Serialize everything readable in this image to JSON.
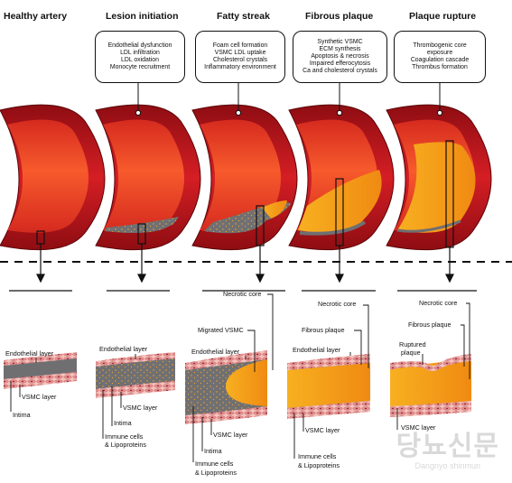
{
  "stages": [
    {
      "title": "Healthy  artery",
      "callout": []
    },
    {
      "title": "Lesion initiation",
      "callout": [
        "Endothelial dysfunction",
        "LDL infiltration",
        "LDL oxidation",
        "Monocyte recruitment"
      ]
    },
    {
      "title": "Fatty streak",
      "callout": [
        "Foam cell formation",
        "VSMC LDL uptake",
        "Cholesterol crystals",
        "Inflammatory environment"
      ]
    },
    {
      "title": "Fibrous plaque",
      "callout": [
        "Synthetic VSMC",
        "ECM synthesis",
        "Apoptosis & necrosis",
        "Impaired efferocytosis",
        "Ca and cholesterol crystals"
      ]
    },
    {
      "title": "Plaque rupture",
      "callout": [
        "Thrombogenic core",
        "exposure",
        "Coagulation cascade",
        "Thrombus formation"
      ]
    }
  ],
  "labels": {
    "healthy": {
      "endothelial": "Endothelial layer",
      "vsmc": "VSMC layer",
      "intima": "Intima"
    },
    "lesion": {
      "endothelial": "Endothelial layer",
      "vsmc": "VSMC layer",
      "intima": "Intima",
      "immune": "Immune cells",
      "lipo": "& Lipoproteins"
    },
    "fatty": {
      "necrotic": "Necrotic core",
      "migrated": "Migrated VSMC",
      "endothelial": "Endothelial layer",
      "vsmc": "VSMC layer",
      "intima": "Intima",
      "immune": "Immune cells",
      "lipo": "& Lipoproteins"
    },
    "fibrous": {
      "necrotic": "Necrotic core",
      "fibrous": "Fibrous plaque",
      "endothelial": "Endothelial layer",
      "vsmc": "VSMC layer",
      "immune": "Immune cells",
      "lipo": "& Lipoproteins"
    },
    "rupture": {
      "necrotic": "Necrotic core",
      "fibrous": "Fibrous plaque",
      "ruptured1": "Ruptured",
      "ruptured2": "plaque",
      "vsmc": "VSMC layer"
    }
  },
  "watermark": {
    "main": "당뇨신문",
    "sub": "Dangnyo shinmun"
  },
  "colors": {
    "wall": "#c8161d",
    "lumen": "#ee3a26",
    "plaque": "#f5a31a",
    "core": "#6f6f72",
    "endothelium": "#f2b8b3"
  }
}
